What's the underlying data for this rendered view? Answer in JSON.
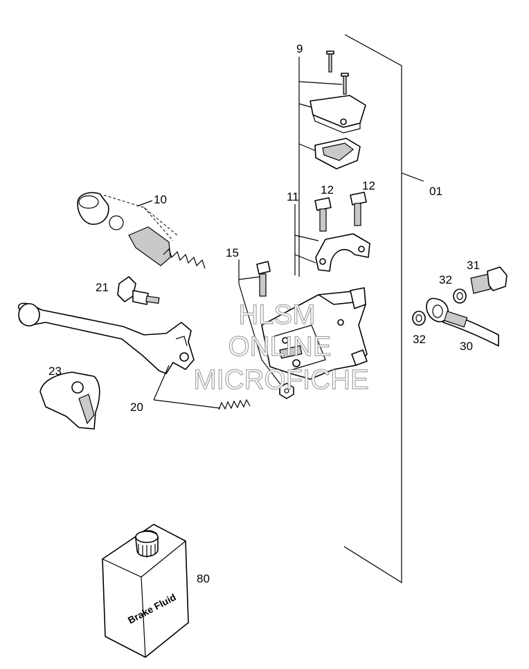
{
  "callouts": {
    "c9": "9",
    "c01": "01",
    "c10": "10",
    "c11": "11",
    "c12a": "12",
    "c12b": "12",
    "c15": "15",
    "c21": "21",
    "c31": "31",
    "c32a": "32",
    "c32b": "32",
    "c30": "30",
    "c23": "23",
    "c20": "20",
    "c80": "80"
  },
  "bottle_label": "Brake Fluid",
  "watermark": {
    "line1": "HLSM",
    "line2": "ONLINE",
    "line3": "MICROFICHE"
  }
}
